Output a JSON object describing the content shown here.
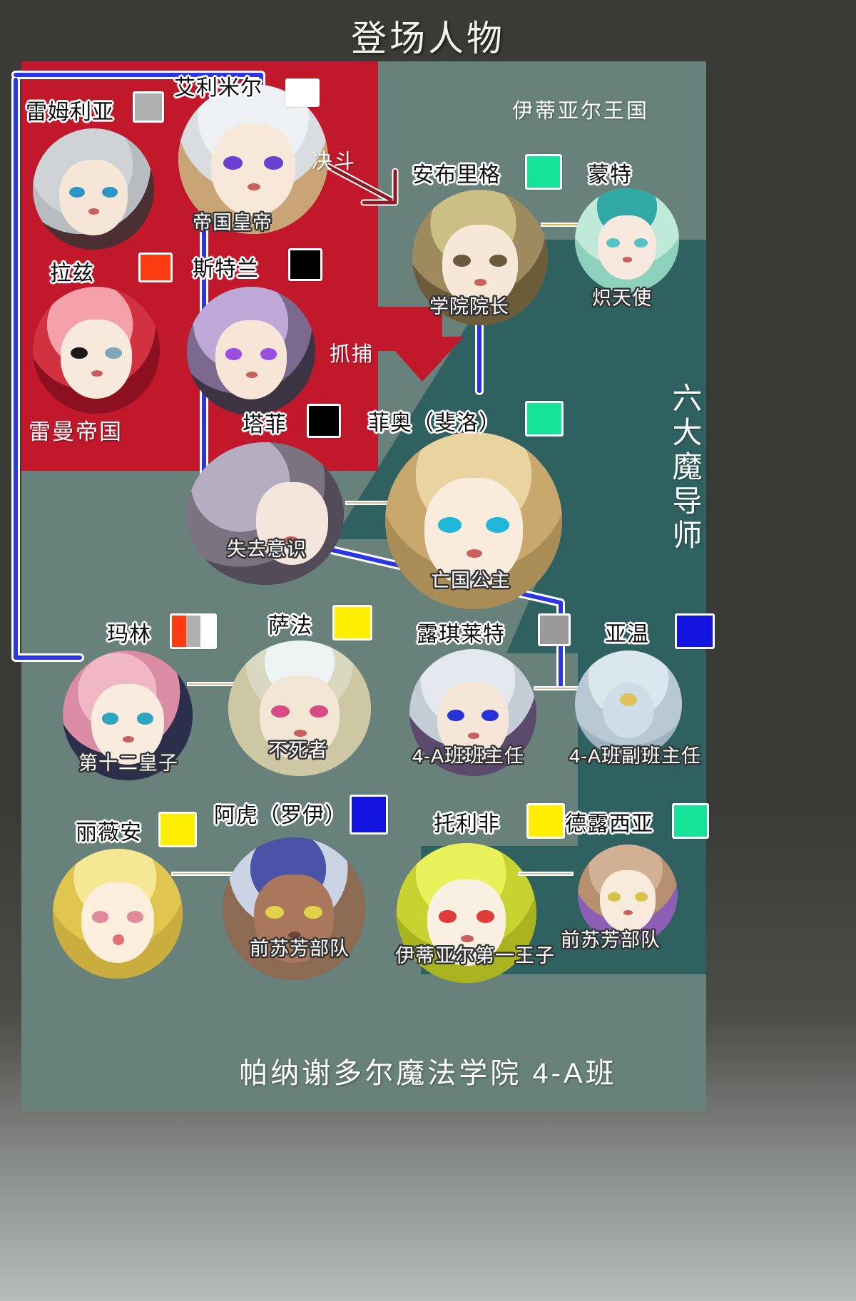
{
  "page": {
    "title": "登场人物",
    "footer": "帕纳谢多尔魔法学院  4-A班"
  },
  "groups": {
    "empire": {
      "label": "雷曼帝国",
      "color": "#c1192b"
    },
    "kingdom": {
      "label": "伊蒂亚尔王国",
      "color": "#68817b"
    },
    "mages": {
      "label": "六大魔导师",
      "color": "#2f6160"
    }
  },
  "relations": {
    "duel": "决斗",
    "capture": "抓捕",
    "unconscious": "失去意识"
  },
  "characters": [
    {
      "id": "remulia",
      "name": "雷姆利亚",
      "role": "",
      "badge": [
        "#b0b0b0"
      ]
    },
    {
      "id": "elimir",
      "name": "艾利米尔",
      "role": "帝国皇帝",
      "badge": [
        "#ffffff"
      ]
    },
    {
      "id": "lazi",
      "name": "拉兹",
      "role": "",
      "badge": [
        "#ff3c10"
      ]
    },
    {
      "id": "stelan",
      "name": "斯特兰",
      "role": "",
      "badge": [
        "#000000"
      ]
    },
    {
      "id": "ambrig",
      "name": "安布里格",
      "role": "学院院长",
      "badge": [
        "#14e398"
      ]
    },
    {
      "id": "monte",
      "name": "蒙特",
      "role": "炽天使",
      "badge": []
    },
    {
      "id": "tafei",
      "name": "塔菲",
      "role": "",
      "badge": [
        "#000000"
      ]
    },
    {
      "id": "fio",
      "name": "菲奥（斐洛）",
      "role": "亡国公主",
      "badge": [
        "#14e398"
      ]
    },
    {
      "id": "malin",
      "name": "玛林",
      "role": "第十二皇子",
      "badge": [
        "#ff3c10",
        "#b0b0b0",
        "#ffffff"
      ]
    },
    {
      "id": "safa",
      "name": "萨法",
      "role": "不死者",
      "badge": [
        "#ffee00"
      ]
    },
    {
      "id": "luqilaite",
      "name": "露琪莱特",
      "role": "4-A班班主任",
      "badge": [
        "#9a9a9a"
      ]
    },
    {
      "id": "yawen",
      "name": "亚温",
      "role": "4-A班副班主任",
      "badge": [
        "#1414e0"
      ]
    },
    {
      "id": "liweian",
      "name": "丽薇安",
      "role": "",
      "badge": [
        "#ffee00"
      ]
    },
    {
      "id": "ahu",
      "name": "阿虎（罗伊）",
      "role": "前苏芳部队",
      "badge": [
        "#1414e0"
      ]
    },
    {
      "id": "tolifei",
      "name": "托利非",
      "role": "伊蒂亚尔第一王子",
      "badge": [
        "#ffee00"
      ]
    },
    {
      "id": "deluxiya",
      "name": "德露西亚",
      "role": "前苏芳部队",
      "badge": [
        "#14e398"
      ]
    }
  ]
}
